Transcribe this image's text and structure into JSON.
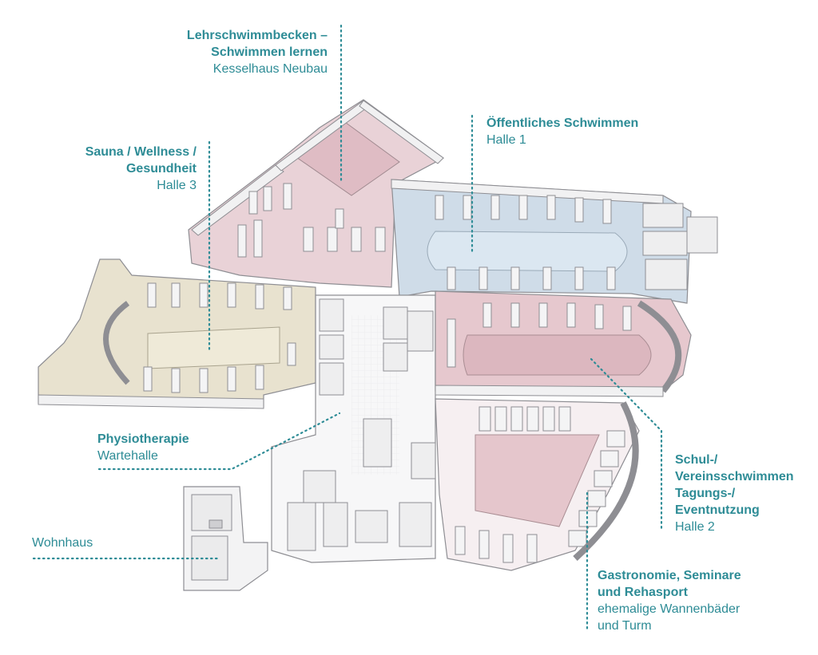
{
  "colors": {
    "accent": "#2e8c96",
    "leader": "#2e8c96",
    "wall": "#f2f2f3",
    "wall_edge": "#8e8e93",
    "floor": "#fafafa",
    "zone_pink": "#e7c9cf",
    "zone_blue": "#c9d9e6",
    "zone_beige": "#e7e1cd",
    "pool_pink": "#dcb8bf",
    "pool_blue": "#d8e5ef",
    "pool_beige": "#ece6d2"
  },
  "labels": {
    "lehrschwimmbecken": {
      "title_1": "Lehrschwimmbecken –",
      "title_2": "Schwimmen lernen",
      "sub": "Kesselhaus Neubau"
    },
    "sauna": {
      "title_1": "Sauna / Wellness /",
      "title_2": "Gesundheit",
      "sub": "Halle 3"
    },
    "oeffentlich": {
      "title": "Öffentliches Schwimmen",
      "sub": "Halle 1"
    },
    "physio": {
      "title": "Physiotherapie",
      "sub": "Wartehalle"
    },
    "wohnhaus": {
      "title": "Wohnhaus"
    },
    "schul": {
      "title_1": "Schul-/",
      "title_2": "Vereinsschwimmen",
      "title_3": "Tagungs-/",
      "title_4": "Eventnutzung",
      "sub": "Halle 2"
    },
    "gastro": {
      "title_1": "Gastronomie, Seminare",
      "title_2": "und Rehasport",
      "sub_1": "ehemalige Wannenbäder",
      "sub_2": "und Turm"
    }
  }
}
